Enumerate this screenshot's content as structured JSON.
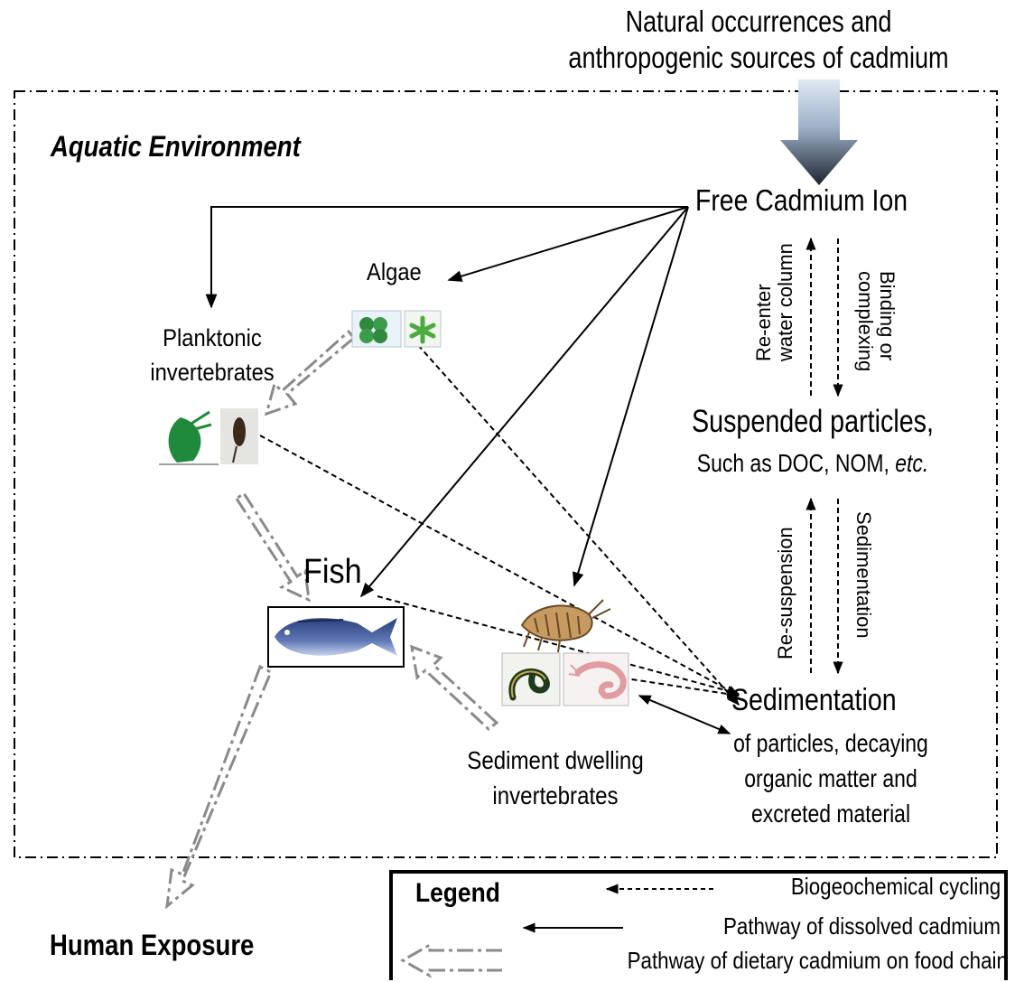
{
  "source": {
    "line1": "Natural occurrences and",
    "line2": "anthropogenic sources of cadmium"
  },
  "environment": {
    "title": "Aquatic  Environment"
  },
  "nodes": {
    "free_ion": "Free Cadmium Ion",
    "algae": "Algae",
    "planktonic": {
      "line1": "Planktonic",
      "line2": "invertebrates"
    },
    "suspended": {
      "line1": "Suspended particles,",
      "line2_prefix": "Such as DOC, NOM, ",
      "line2_italic": "etc."
    },
    "fish": "Fish",
    "sedimentation": {
      "title": "Sedimentation",
      "line1": "of particles, decaying",
      "line2": "organic matter and",
      "line3": "excreted material"
    },
    "sediment_dwelling": {
      "line1": "Sediment dwelling",
      "line2": "invertebrates"
    },
    "human": "Human Exposure"
  },
  "cycle_labels": {
    "reenter": {
      "line1": "Re-enter",
      "line2": "water column"
    },
    "binding": {
      "line1": "Binding or",
      "line2": "complexing"
    },
    "resuspension": "Re-suspension",
    "sedimentation": "Sedimentation"
  },
  "legend": {
    "title": "Legend",
    "items": [
      "Biogeochemical cycling",
      "Pathway of dissolved cadmium",
      "Pathway of dietary cadmium on food chain"
    ]
  },
  "icons": [
    "down-arrow-icon",
    "algae-icon",
    "copepod-icon",
    "fish-icon",
    "amphipod-icon",
    "worm-icon",
    "shrimp-icon"
  ]
}
